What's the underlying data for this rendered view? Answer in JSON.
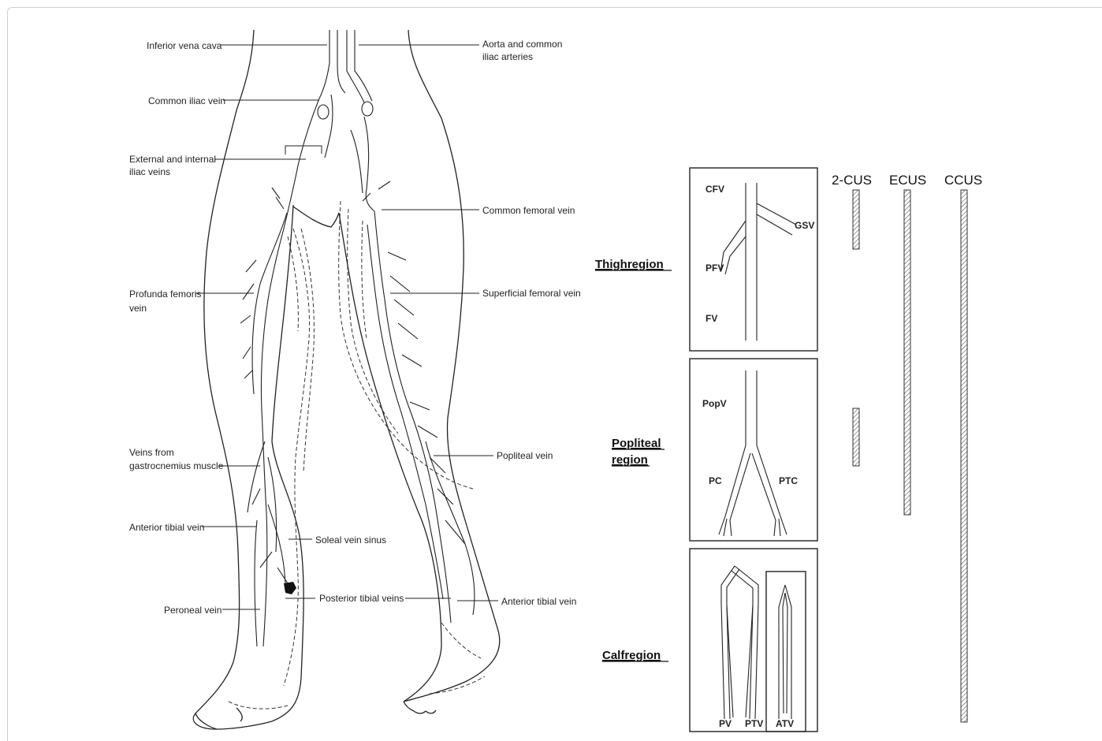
{
  "anatomy_labels": {
    "inferior_vena_cava": "Inferior vena cava",
    "aorta_line1": "Aorta and common",
    "aorta_line2": "iliac arteries",
    "common_iliac_vein": "Common iliac vein",
    "ext_int_iliac_line1": "External and internal",
    "ext_int_iliac_line2": "iliac veins",
    "common_femoral_vein": "Common femoral vein",
    "profunda_line1": "Profunda femoris",
    "profunda_line2": "vein",
    "superficial_femoral_vein": "Superficial femoral vein",
    "gastroc_line1": "Veins from",
    "gastroc_line2": "gastrocnemius muscle",
    "popliteal_vein": "Popliteal vein",
    "anterior_tibial_vein_left": "Anterior tibial vein",
    "soleal_vein_sinus": "Soleal vein sinus",
    "posterior_tibial_veins": "Posterior tibial veins",
    "peroneal_vein": "Peroneal vein",
    "anterior_tibial_vein_right": "Anterior tibial vein"
  },
  "regions": {
    "thigh": "Thighregion",
    "popliteal_line1": "Popliteal",
    "popliteal_line2": "region",
    "calf": "Calfregion"
  },
  "vessel_abbreviations": {
    "cfv": "CFV",
    "gsv": "GSV",
    "pfv": "PFV",
    "fv": "FV",
    "popv": "PopV",
    "pc": "PC",
    "ptc": "PTC",
    "pv": "PV",
    "ptv": "PTV",
    "atv": "ATV"
  },
  "ultrasound_methods": {
    "two_cus": "2-CUS",
    "ecus": "ECUS",
    "ccus": "CCUS"
  }
}
